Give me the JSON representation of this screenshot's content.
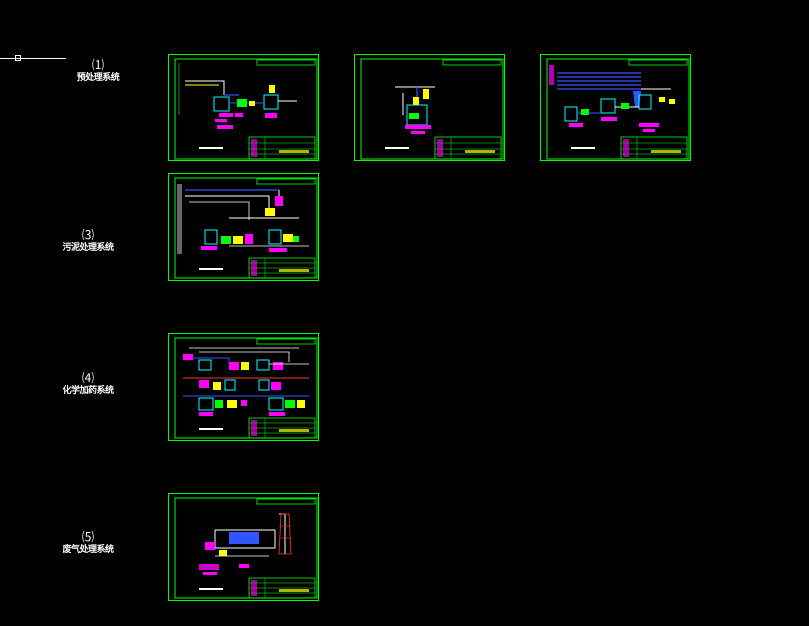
{
  "labels": [
    {
      "id": "sys-1",
      "num": "⑴",
      "name": "预处理系统"
    },
    {
      "id": "sys-3",
      "num": "⑶",
      "name": "污泥处理系统"
    },
    {
      "id": "sys-4",
      "num": "⑷",
      "name": "化学加药系统"
    },
    {
      "id": "sys-5",
      "num": "⑸",
      "name": "废气处理系统"
    }
  ],
  "colors": {
    "background": "#000000",
    "border": "#00ff00",
    "pipe_blue": "#3355ff",
    "pipe_yellow": "#ffff00",
    "pipe_magenta": "#ff00ff",
    "pipe_cyan": "#00ffff",
    "pipe_white": "#ffffff",
    "pipe_red": "#ff3333"
  },
  "sheets": [
    {
      "id": "sheet-1a"
    },
    {
      "id": "sheet-1b"
    },
    {
      "id": "sheet-1c"
    },
    {
      "id": "sheet-3"
    },
    {
      "id": "sheet-4"
    },
    {
      "id": "sheet-5"
    }
  ]
}
